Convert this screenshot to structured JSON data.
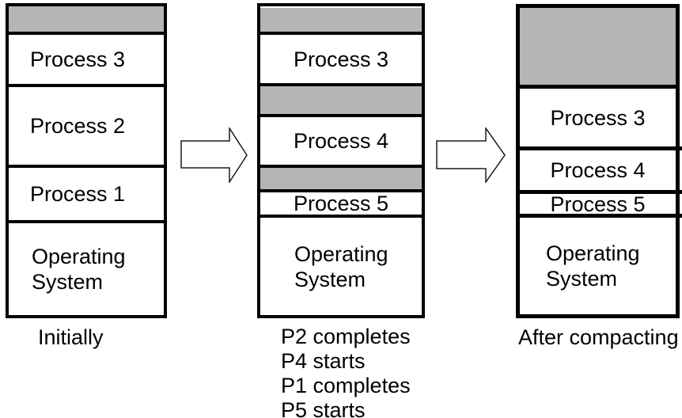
{
  "diagram": {
    "title_hint": "memory compaction",
    "colors": {
      "hole_fill": "#b5b5b5",
      "border": "#000000",
      "background": "#ffffff",
      "text": "#000000"
    },
    "columns": [
      {
        "caption": "Initially",
        "blocks": [
          {
            "kind": "hole",
            "label": ""
          },
          {
            "kind": "process",
            "label": "Process 3"
          },
          {
            "kind": "process",
            "label": "Process 2"
          },
          {
            "kind": "process",
            "label": "Process 1"
          },
          {
            "kind": "os",
            "label": "Operating System"
          }
        ]
      },
      {
        "caption_lines": [
          "P2 completes",
          "P4 starts",
          "P1 completes",
          "P5 starts"
        ],
        "blocks": [
          {
            "kind": "hole",
            "label": ""
          },
          {
            "kind": "process",
            "label": "Process 3"
          },
          {
            "kind": "hole",
            "label": ""
          },
          {
            "kind": "process",
            "label": "Process 4"
          },
          {
            "kind": "hole",
            "label": ""
          },
          {
            "kind": "process",
            "label": "Process 5"
          },
          {
            "kind": "os",
            "label": "Operating System"
          }
        ]
      },
      {
        "caption": "After compacting",
        "blocks": [
          {
            "kind": "hole",
            "label": ""
          },
          {
            "kind": "process",
            "label": "Process 3"
          },
          {
            "kind": "process",
            "label": "Process 4"
          },
          {
            "kind": "process",
            "label": "Process 5"
          },
          {
            "kind": "os",
            "label": "Operating System"
          }
        ]
      }
    ]
  }
}
